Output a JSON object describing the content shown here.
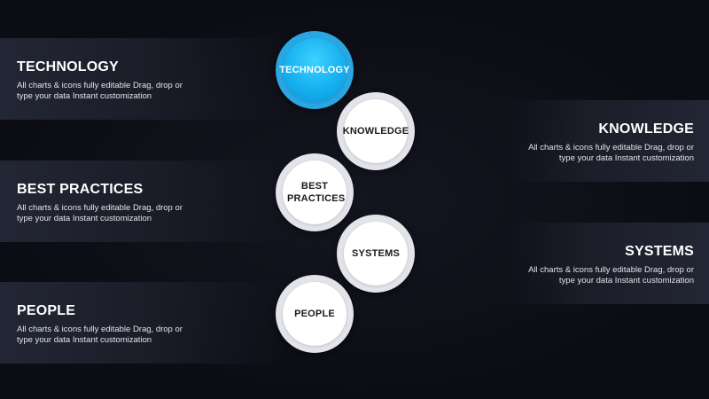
{
  "colors": {
    "background": "#0d0e15",
    "panel": "#232634",
    "accent": "#16b1f0",
    "circle_ring": "#e3e3ea",
    "circle_fill": "#ffffff"
  },
  "items": [
    {
      "title": "TECHNOLOGY",
      "description": "All charts & icons fully editable Drag, drop or type your data Instant customization",
      "circle_label": "TECHNOLOGY",
      "highlighted": true
    },
    {
      "title": "KNOWLEDGE",
      "description": "All charts & icons fully editable Drag, drop or type your data Instant customization",
      "circle_label": "KNOWLEDGE",
      "highlighted": false
    },
    {
      "title": "BEST PRACTICES",
      "description": "All charts & icons fully editable Drag, drop or type your data Instant customization",
      "circle_label": "BEST PRACTICES",
      "highlighted": false
    },
    {
      "title": "SYSTEMS",
      "description": "All charts & icons fully editable Drag, drop or type your data Instant customization",
      "circle_label": "SYSTEMS",
      "highlighted": false
    },
    {
      "title": "PEOPLE",
      "description": "All charts & icons fully editable Drag, drop or type your data Instant customization",
      "circle_label": "PEOPLE",
      "highlighted": false
    }
  ]
}
